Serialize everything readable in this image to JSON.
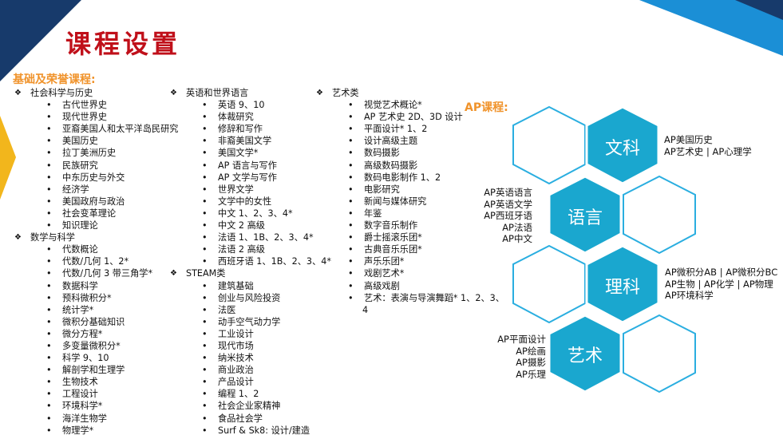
{
  "title": "课程设置",
  "basic_heading": "基础及荣誉课程:",
  "ap_heading": "AP课程:",
  "columns": [
    {
      "groups": [
        {
          "name": "社会科学与历史",
          "items": [
            "古代世界史",
            "现代世界史",
            "亚裔美国人和太平洋岛民研究",
            "美国历史",
            "拉丁美洲历史",
            "民族研究",
            "中东历史与外交",
            "经济学",
            "美国政府与政治",
            "社会变革理论",
            "知识理论"
          ]
        },
        {
          "name": "数学与科学",
          "items": [
            "代数概论",
            "代数/几何 1、2*",
            "代数/几何 3 带三角学*",
            "数据科学",
            "预科微积分*",
            "统计学*",
            "微积分基础知识",
            "微分方程*",
            "多变量微积分*",
            "科学 9、10",
            "解剖学和生理学",
            "生物技术",
            "工程设计",
            "环境科学*",
            "海洋生物学",
            "物理学*"
          ]
        }
      ]
    },
    {
      "groups": [
        {
          "name": "英语和世界语言",
          "items": [
            "英语 9、10",
            "体裁研究",
            "修辞和写作",
            "非裔美国文学",
            "美国文学*",
            "AP 语言与写作",
            "AP 文学与写作",
            "世界文学",
            "文学中的女性",
            "中文 1、2、3、4*",
            "中文 2 高级",
            "法语 1、1B、2、3、4*",
            "法语 2 高级",
            "西班牙语 1、1B、2、3、4*"
          ]
        },
        {
          "name": "STEAM类",
          "items": [
            "建筑基础",
            "创业与风险投资",
            "法医",
            "动手空气动力学",
            "工业设计",
            "现代市场",
            "纳米技术",
            "商业政治",
            "产品设计",
            "编程 1、2",
            "社会企业家精神",
            "食品社会学",
            "Surf & Sk8: 设计/建造"
          ]
        }
      ]
    },
    {
      "groups": [
        {
          "name": "艺术类",
          "items": [
            "视觉艺术概论*",
            "AP 艺术史 2D、3D 设计",
            "平面设计* 1、2",
            "设计高级主题",
            "数码摄影",
            "高级数码摄影",
            "数码电影制作 1、2",
            "电影研究",
            "新闻与媒体研究",
            "年鉴",
            "数字音乐制作",
            "爵士摇滚乐团*",
            "古典音乐乐团*",
            "声乐乐团*",
            "戏剧艺术*",
            "高级戏剧",
            "艺术：表演与导演舞蹈* 1、2、3、",
            "4"
          ]
        }
      ]
    }
  ],
  "ap": {
    "hexes": [
      "文科",
      "语言",
      "理科",
      "艺术"
    ],
    "liberal_arts": [
      "AP美国历史",
      "AP艺术史 | AP心理学"
    ],
    "languages": [
      "AP英语语言",
      "AP英语文学",
      "AP西班牙语",
      "AP法语",
      "AP中文"
    ],
    "sciences": [
      "AP微积分AB | AP微积分BC",
      "AP生物 | AP化学 | AP物理",
      "AP环境科学"
    ],
    "arts": [
      "AP平面设计",
      "AP绘画",
      "AP摄影",
      "AP乐理"
    ]
  },
  "colors": {
    "title": "#c0101a",
    "heading": "#f0932b",
    "hex_fill": "#1aa7cf",
    "hex_outline": "#2aaee0",
    "corner_navy": "#173a6b",
    "corner_blue": "#1b8fd6",
    "accent_yellow": "#f2b61c"
  }
}
